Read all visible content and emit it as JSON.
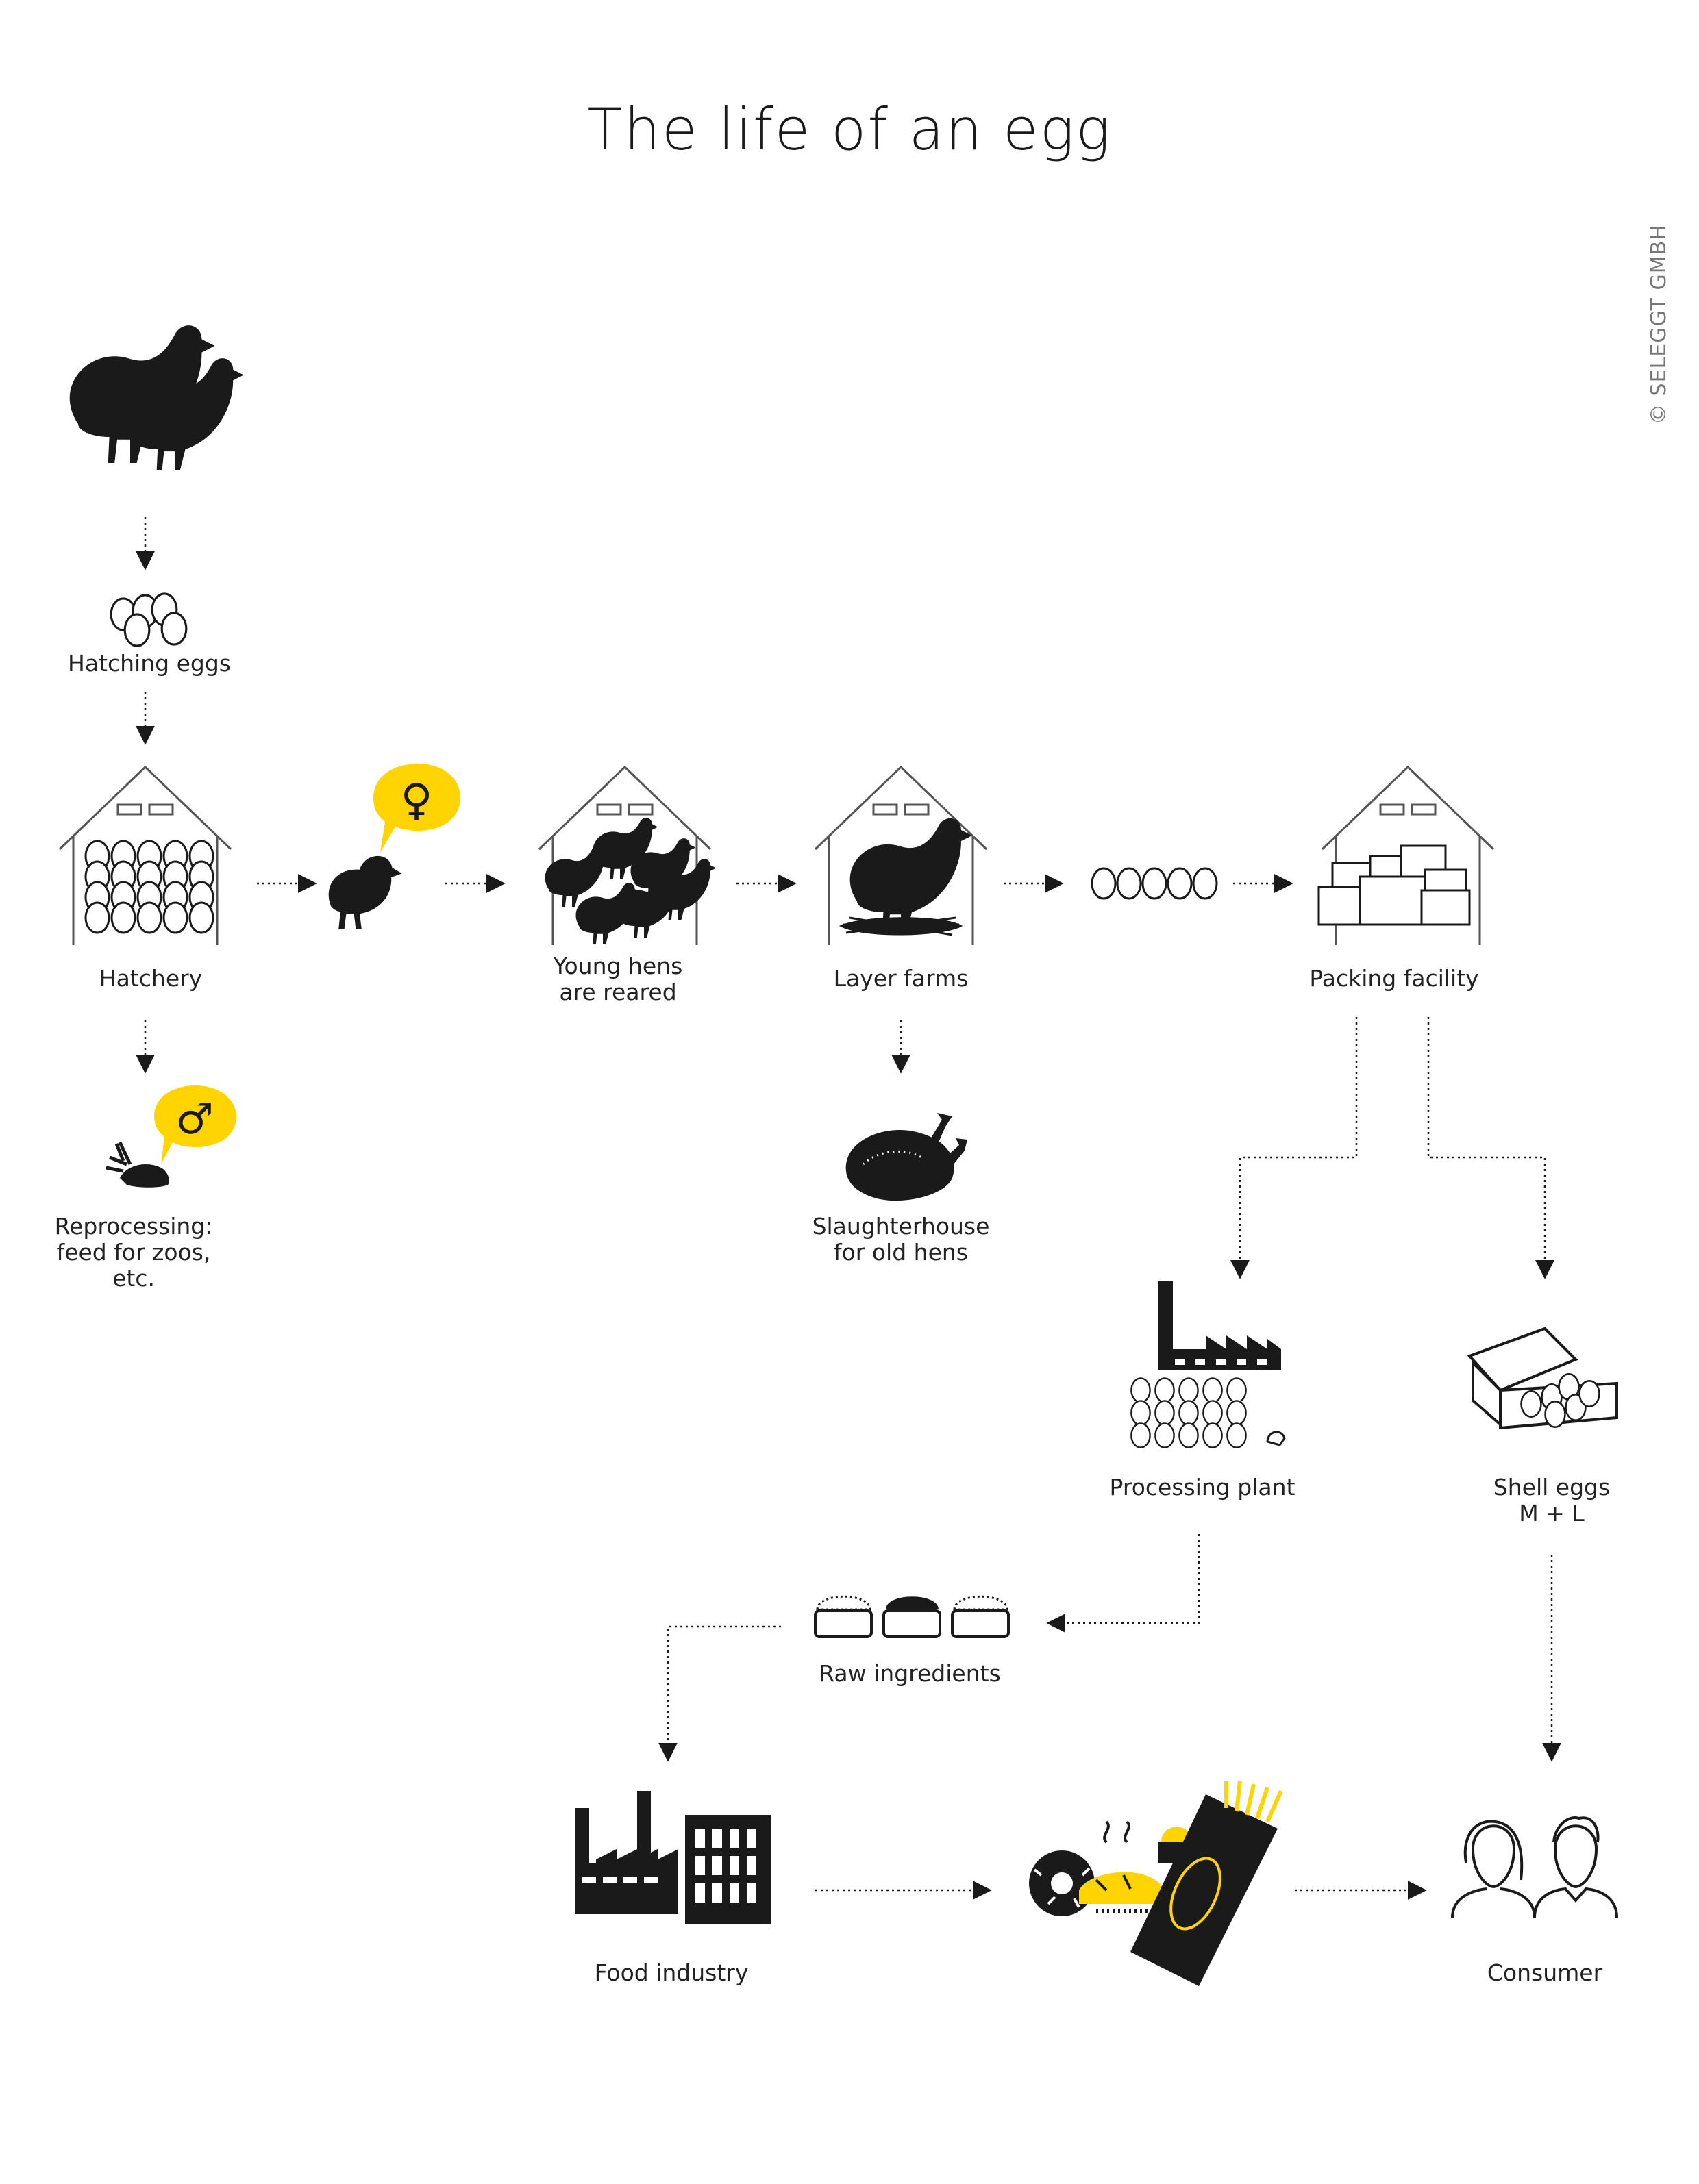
{
  "title": "The life of an egg",
  "copyright": "© SELEGGT GMBH",
  "symbols": {
    "female": "♀",
    "male": "♂"
  },
  "colors": {
    "accent": "#FFD400",
    "ink": "#1a1a1a",
    "line": "#1a1a1a"
  },
  "nodes": {
    "hatching_eggs": "Hatching eggs",
    "hatchery": "Hatchery",
    "young_hens": [
      "Young hens",
      "are reared"
    ],
    "layer_farms": "Layer farms",
    "packing_facility": "Packing facility",
    "reprocessing": [
      "Reprocessing:",
      "feed for zoos,",
      "etc."
    ],
    "slaughterhouse": [
      "Slaughterhouse",
      "for old hens"
    ],
    "processing_plant": "Processing plant",
    "shell_eggs": [
      "Shell eggs",
      "M + L"
    ],
    "raw_ingredients": "Raw ingredients",
    "food_industry": "Food industry",
    "consumer": "Consumer"
  },
  "icons": {
    "parent_hens": "hens-icon",
    "hatching_eggs": "eggs-icon",
    "hatchery": "barn-eggs-icon",
    "chick": "chick-icon",
    "young_hens": "barn-hens-icon",
    "layer_farms": "barn-hen-nest-icon",
    "egg_row": "egg-row-icon",
    "packing": "barn-boxes-icon",
    "male_chick": "male-chick-icon",
    "roast": "roast-chicken-icon",
    "processing": "factory-eggs-icon",
    "carton": "egg-carton-icon",
    "ingredients": "ingredient-trays-icon",
    "food_factory": "food-factory-icon",
    "products": "baked-goods-pasta-icon",
    "consumers": "people-icon"
  }
}
